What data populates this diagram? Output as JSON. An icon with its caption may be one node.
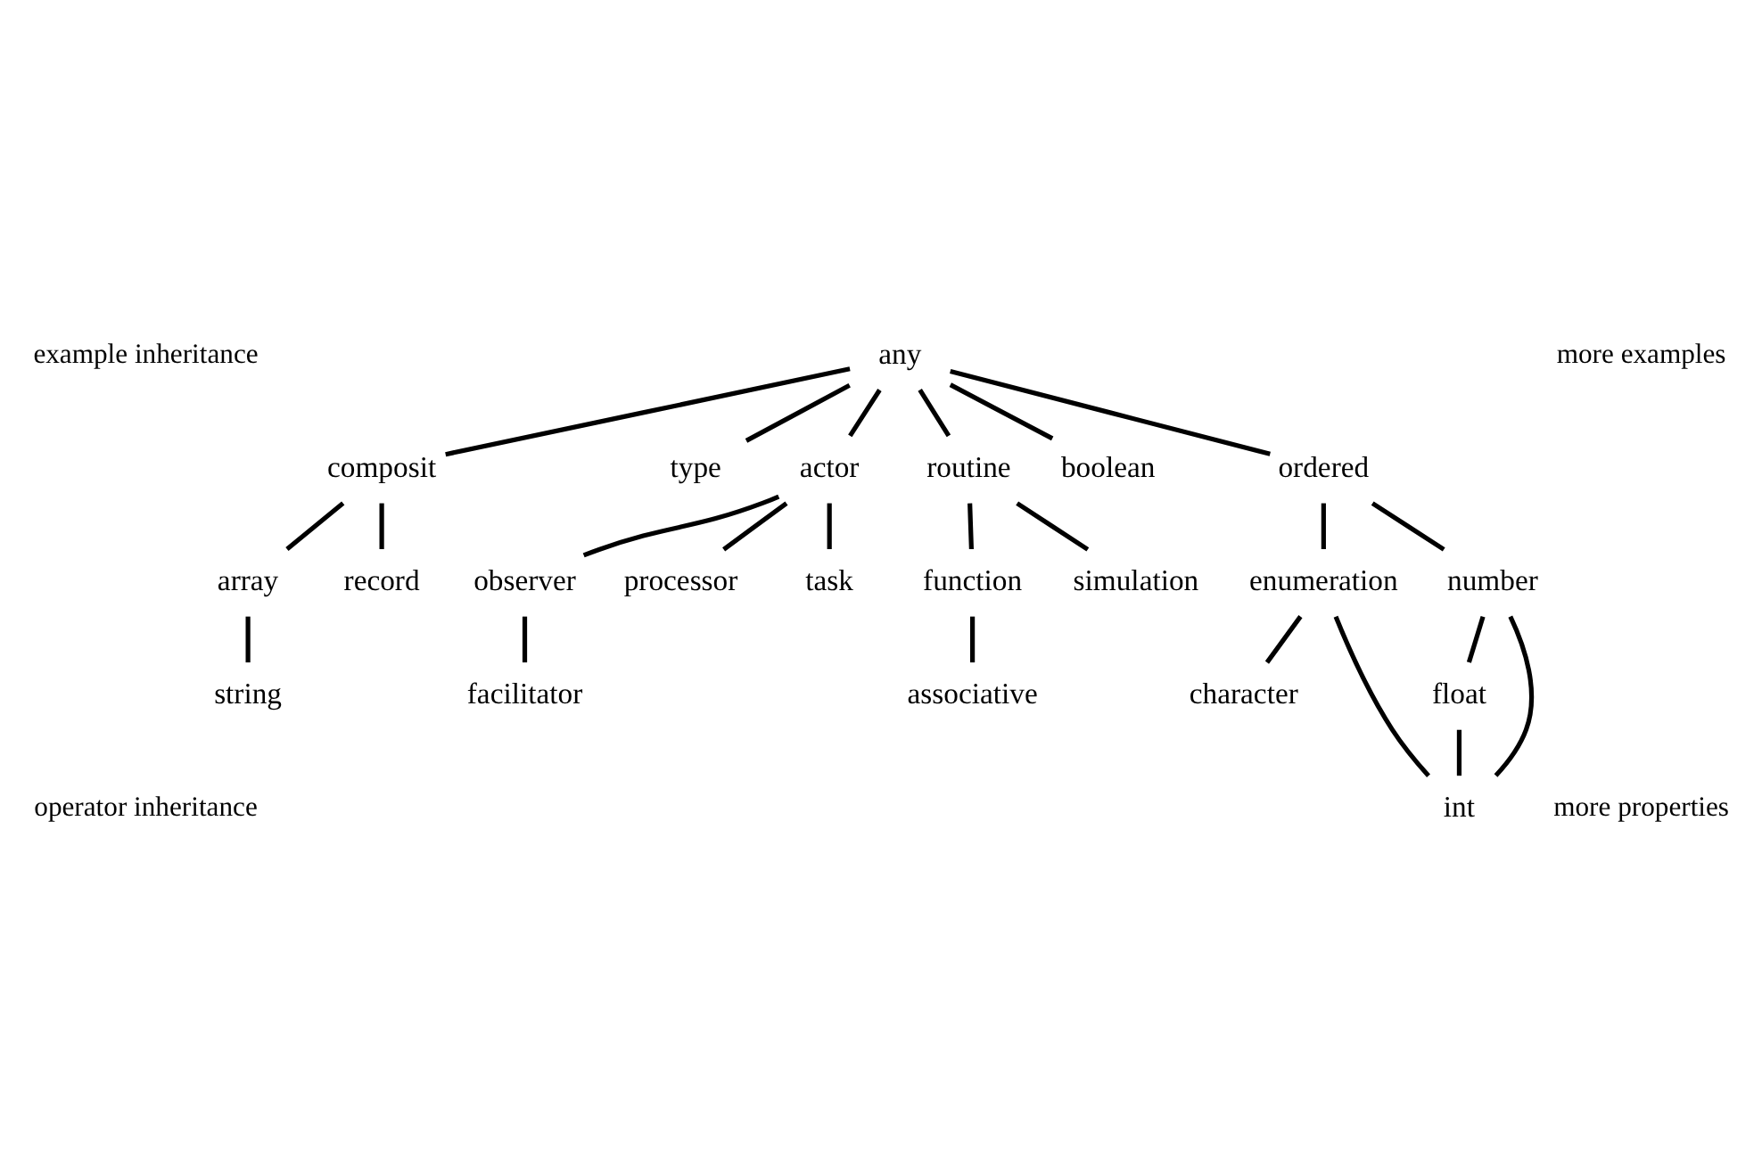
{
  "diagram": {
    "nodes": [
      {
        "text": [
          "any"
        ]
      },
      {
        "text": [
          "composit"
        ]
      },
      {
        "text": [
          "type"
        ]
      },
      {
        "text": [
          "actor"
        ]
      },
      {
        "text": [
          "routine"
        ]
      },
      {
        "text": [
          "boolean"
        ]
      },
      {
        "text": [
          "ordered"
        ]
      },
      {
        "text": [
          "array"
        ]
      },
      {
        "text": [
          "record"
        ]
      },
      {
        "text": [
          "observer"
        ]
      },
      {
        "text": [
          "processor"
        ]
      },
      {
        "text": [
          "task"
        ]
      },
      {
        "text": [
          "function"
        ]
      },
      {
        "text": [
          "simulation"
        ]
      },
      {
        "text": [
          "enumeration"
        ]
      },
      {
        "text": [
          "number"
        ]
      },
      {
        "text": [
          "float"
        ]
      },
      {
        "text": [
          "string"
        ]
      },
      {
        "text": [
          "facilitator"
        ]
      },
      {
        "text": [
          "associative"
        ]
      },
      {
        "text": [
          "character"
        ]
      },
      {
        "text": [
          "int"
        ]
      }
    ],
    "edges": [
      {
        "from": 0,
        "to": 1,
        "arrow": "none"
      },
      {
        "from": 0,
        "to": 2,
        "arrow": "none"
      },
      {
        "from": 0,
        "to": 3,
        "arrow": "none"
      },
      {
        "from": 0,
        "to": 4,
        "arrow": "none"
      },
      {
        "from": 0,
        "to": 5,
        "arrow": "none"
      },
      {
        "from": 0,
        "to": 6,
        "arrow": "none"
      },
      {
        "from": 1,
        "to": 7,
        "arrow": "none"
      },
      {
        "from": 1,
        "to": 8,
        "arrow": "none"
      },
      {
        "from": 7,
        "to": 17,
        "arrow": "none"
      },
      {
        "from": 3,
        "to": 9,
        "arrow": "none"
      },
      {
        "from": 3,
        "to": 10,
        "arrow": "none"
      },
      {
        "from": 3,
        "to": 11,
        "arrow": "none"
      },
      {
        "from": 9,
        "to": 18,
        "arrow": "none"
      },
      {
        "from": 4,
        "to": 12,
        "arrow": "none"
      },
      {
        "from": 4,
        "to": 13,
        "arrow": "none"
      },
      {
        "from": 12,
        "to": 19,
        "arrow": "none"
      },
      {
        "from": 6,
        "to": 14,
        "arrow": "none"
      },
      {
        "from": 6,
        "to": 15,
        "arrow": "none"
      },
      {
        "from": 14,
        "to": 20,
        "arrow": "none"
      },
      {
        "from": 14,
        "to": 21,
        "arrow": "none"
      },
      {
        "from": 15,
        "to": 21,
        "arrow": "none"
      },
      {
        "from": 15,
        "to": 16,
        "arrow": "none"
      },
      {
        "from": 16,
        "to": 21,
        "arrow": "none"
      }
    ],
    "labels": [
      "example inheritance",
      "more examples",
      "operator inheritance",
      "more properties"
    ]
  }
}
